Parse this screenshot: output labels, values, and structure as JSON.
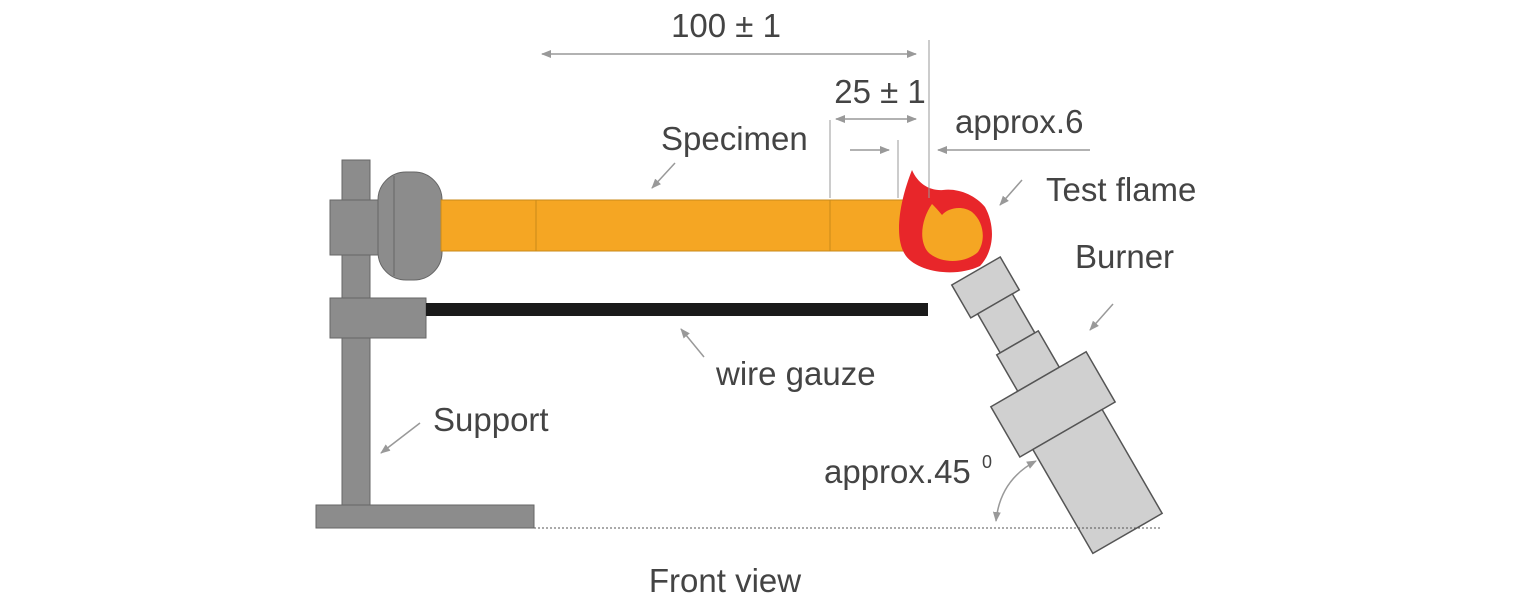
{
  "labels": {
    "dim_total": "100 ± 1",
    "dim_mark": "25 ± 1",
    "dim_gap": "approx.6",
    "specimen": "Specimen",
    "test_flame": "Test flame",
    "burner": "Burner",
    "wire_gauze": "wire gauze",
    "support": "Support",
    "angle": "approx.45",
    "angle_unit": "0",
    "view": "Front view"
  },
  "colors": {
    "specimen": "#f5a623",
    "flame_outer": "#e8262a",
    "flame_inner": "#f5a623",
    "metal": "#8c8c8c",
    "burner": "#d0d0d0",
    "gauze": "#1a1a1a",
    "dimension": "#999999",
    "text": "#444444"
  }
}
